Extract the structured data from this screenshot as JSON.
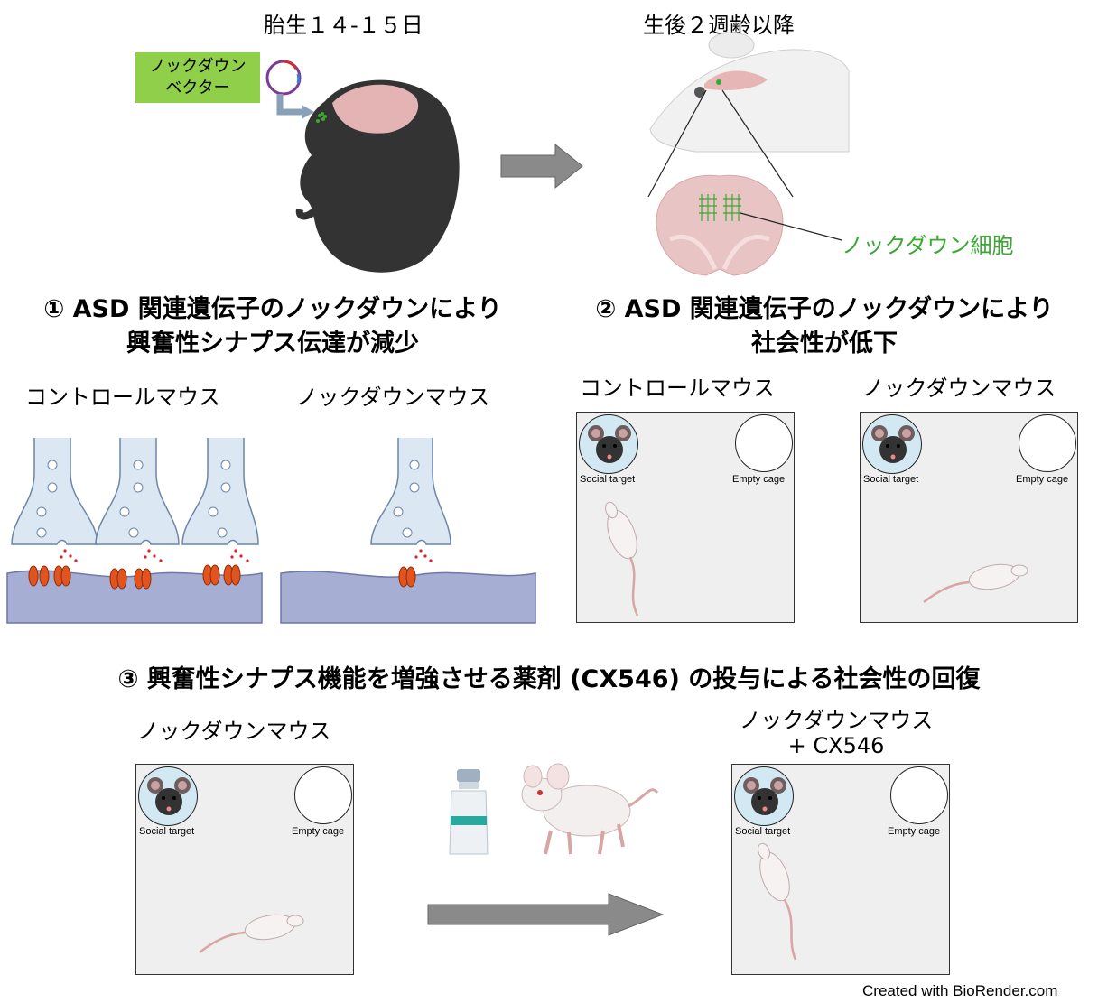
{
  "top": {
    "embryo_stage": "胎生１４-１５日",
    "postnatal_stage": "生後２週齢以降",
    "vector_label_line1": "ノックダウン",
    "vector_label_line2": "ベクター",
    "knockdown_cells": "ノックダウン細胞"
  },
  "panel1": {
    "title_line1": "① ASD 関連遺伝子のノックダウンにより",
    "title_line2": "興奮性シナプス伝達が減少",
    "control": "コントロールマウス",
    "knockdown": "ノックダウンマウス"
  },
  "panel2": {
    "title_line1": "② ASD 関連遺伝子のノックダウンにより",
    "title_line2": "社会性が低下",
    "control": "コントロールマウス",
    "knockdown": "ノックダウンマウス"
  },
  "panel3": {
    "title": "③ 興奮性シナプス機能を増強させる薬剤 (CX546) の投与による社会性の回復",
    "left_label": "ノックダウンマウス",
    "right_label_line1": "ノックダウンマウス",
    "right_label_line2": "+ CX546"
  },
  "arena": {
    "social_target": "Social target",
    "empty_cage": "Empty cage"
  },
  "credit": "Created with BioRender.com",
  "colors": {
    "vector_box": "#8fcf4a",
    "knockdown_green": "#3aa832",
    "arrow_gray": "#8a8a8a",
    "receptor_orange": "#e2541f",
    "postsynaptic_blue": "#a6aed3",
    "terminal_blue": "#dbe7f2"
  }
}
